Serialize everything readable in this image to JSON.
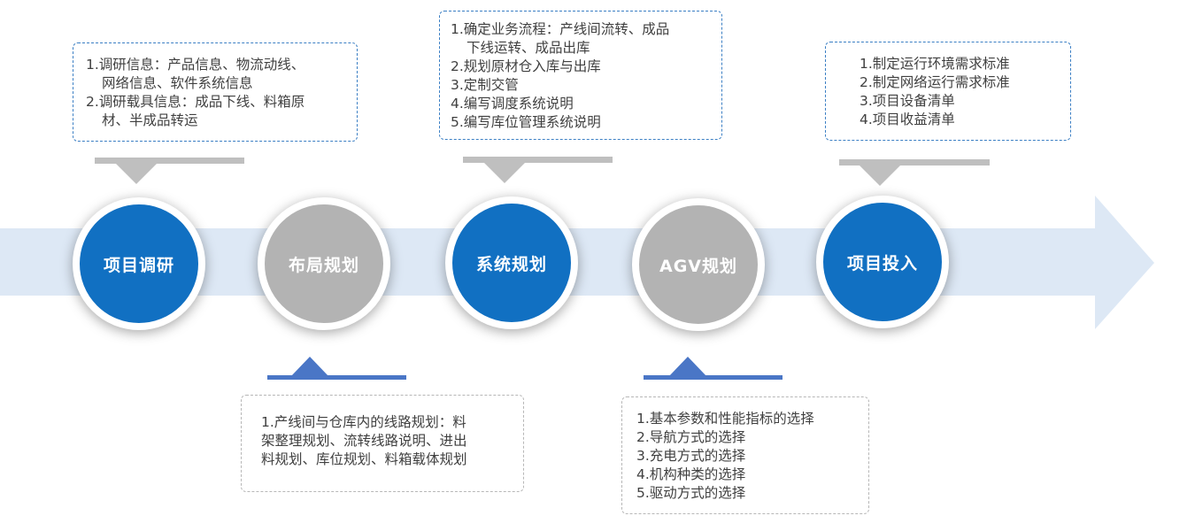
{
  "stages": [
    {
      "label": "项目调研",
      "style": "blue"
    },
    {
      "label": "布局规划",
      "style": "gray"
    },
    {
      "label": "系统规划",
      "style": "blue"
    },
    {
      "label": "AGV规划",
      "style": "gray"
    },
    {
      "label": "项目投入",
      "style": "blue"
    }
  ],
  "boxes": {
    "research": [
      "1.调研信息：产品信息、物流动线、",
      "网络信息、软件系统信息",
      "2.调研载具信息：成品下线、料箱原",
      "材、半成品转运"
    ],
    "system": [
      "1.确定业务流程：产线间流转、成品",
      "下线运转、成品出库",
      "2.规划原材仓入库与出库",
      "3.定制交管",
      "4.编写调度系统说明",
      "5.编写库位管理系统说明"
    ],
    "investment": [
      "1.制定运行环境需求标准",
      "2.制定网络运行需求标准",
      "3.项目设备清单",
      "4.项目收益清单"
    ],
    "layout": [
      "1.产线间与仓库内的线路规划：料",
      "架整理规划、流转线路说明、进出",
      "料规划、库位规划、料箱载体规划"
    ],
    "agv": [
      "1.基本参数和性能指标的选择",
      "2.导航方式的选择",
      "3.充电方式的选择",
      "4.机构种类的选择",
      "5.驱动方式的选择"
    ]
  },
  "colors": {
    "accent_blue": "#1170c2",
    "stage_gray": "#b3b3b3",
    "arrow_band": "#dde8f5",
    "pointer_gray": "#bfbfbf",
    "pointer_blue": "#4a76c6"
  }
}
